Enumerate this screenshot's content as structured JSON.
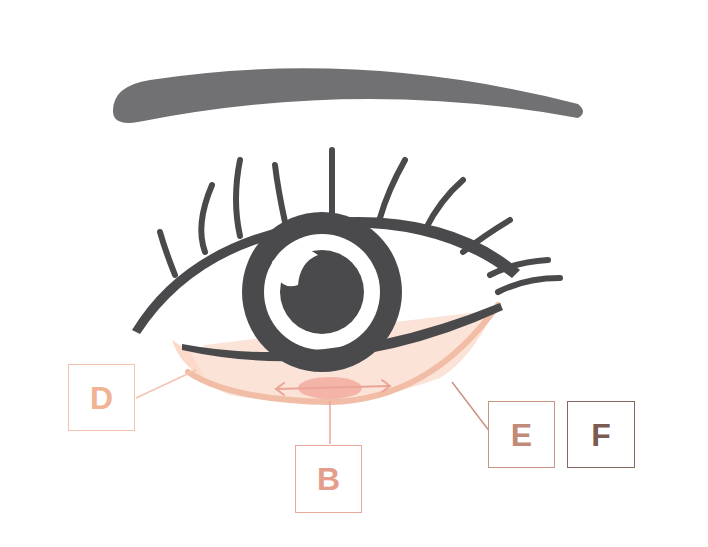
{
  "diagram": {
    "nodes": [
      {
        "text": [
          "D"
        ]
      },
      {
        "text": [
          "E"
        ]
      },
      {
        "text": [
          "F"
        ]
      },
      {
        "text": [
          "B"
        ]
      }
    ]
  }
}
